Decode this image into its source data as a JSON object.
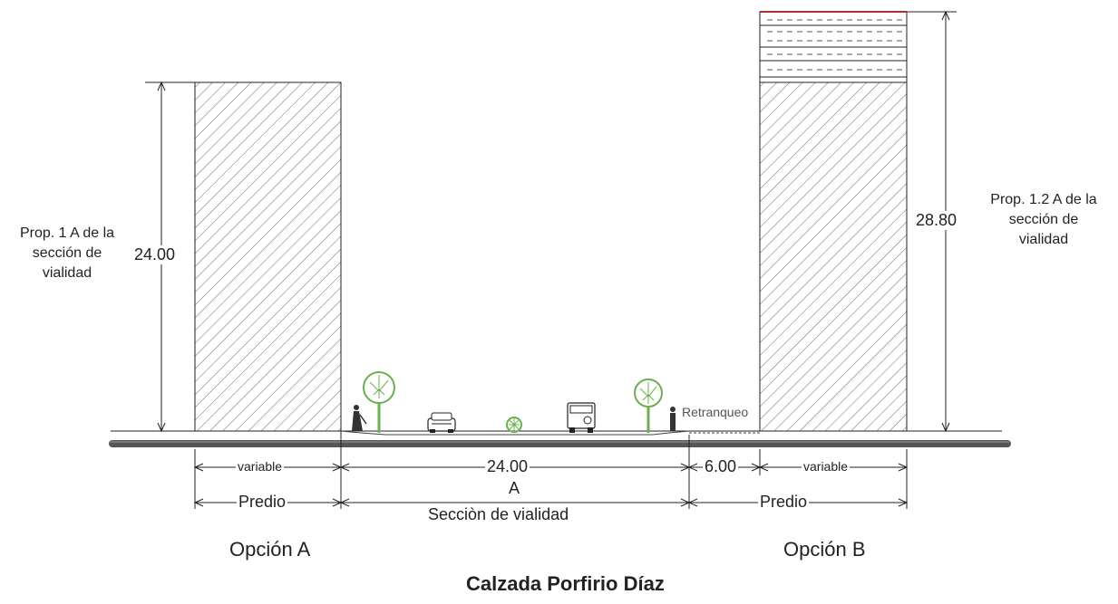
{
  "heights": {
    "option_a": "24.00",
    "option_b": "28.80"
  },
  "notes": {
    "option_a": [
      "Prop. 1 A de la",
      "sección de",
      "vialidad"
    ],
    "option_b": [
      "Prop. 1.2 A de la",
      "sección de",
      "vialidad"
    ]
  },
  "setback_label": "Retranqueo",
  "dimensions": {
    "variable_left": "variable",
    "road_width": "24.00",
    "setback_width": "6.00",
    "variable_right": "variable",
    "predio_left": "Predio",
    "road_letter": "A",
    "road_label": "Secciòn de vialidad",
    "predio_right": "Predio"
  },
  "captions": {
    "option_a": "Opción A",
    "option_b": "Opción B"
  },
  "title": "Calzada Porfirio Díaz",
  "colors": {
    "line": "#222222",
    "tree": "#6ab04c",
    "roof_accent": "#b03030"
  },
  "icons": [
    "tree-icon",
    "pedestrian-icon",
    "car-icon",
    "shrub-icon",
    "suv-icon",
    "person-icon"
  ]
}
